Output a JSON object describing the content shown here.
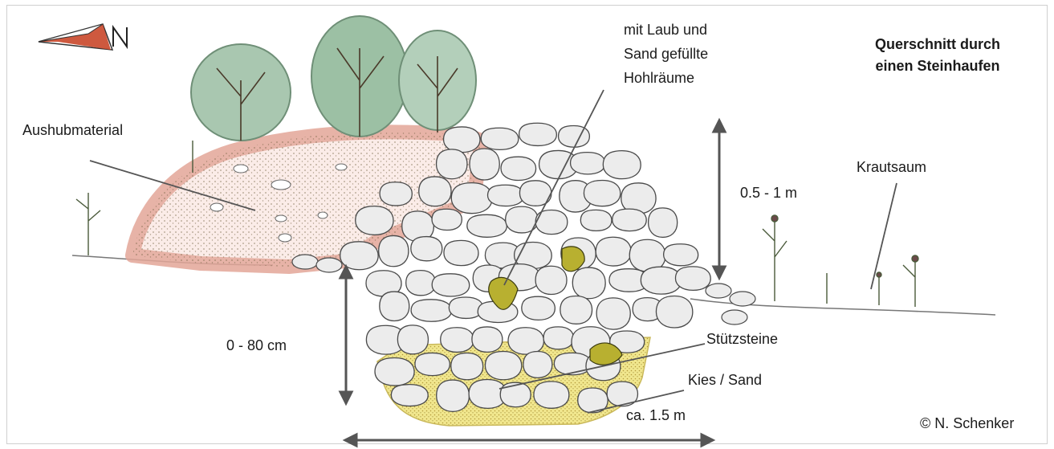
{
  "title_lines": [
    "Querschnitt durch",
    "einen Steinhaufen"
  ],
  "labels": {
    "cavities": [
      "mit Laub und",
      "Sand gefüllte",
      "Hohlräume"
    ],
    "excavated": "Aushubmaterial",
    "height": "0.5 - 1 m",
    "herb_border": "Krautsaum",
    "depth": "0 - 80 cm",
    "support_stones": "Stützsteine",
    "gravel_sand": "Kies / Sand",
    "width": "ca. 1.5 m",
    "credit": "© N. Schenker"
  },
  "compass": {
    "letter": "N",
    "icon": "north-arrow-icon"
  },
  "colors": {
    "soil": "#e8b3a8",
    "shrub": "#8fb79a",
    "stone": "#ececec",
    "stone_outline": "#4a4a4a",
    "cavity": "#b8b030",
    "gravel": "#efe58a",
    "pointer": "#555555"
  }
}
